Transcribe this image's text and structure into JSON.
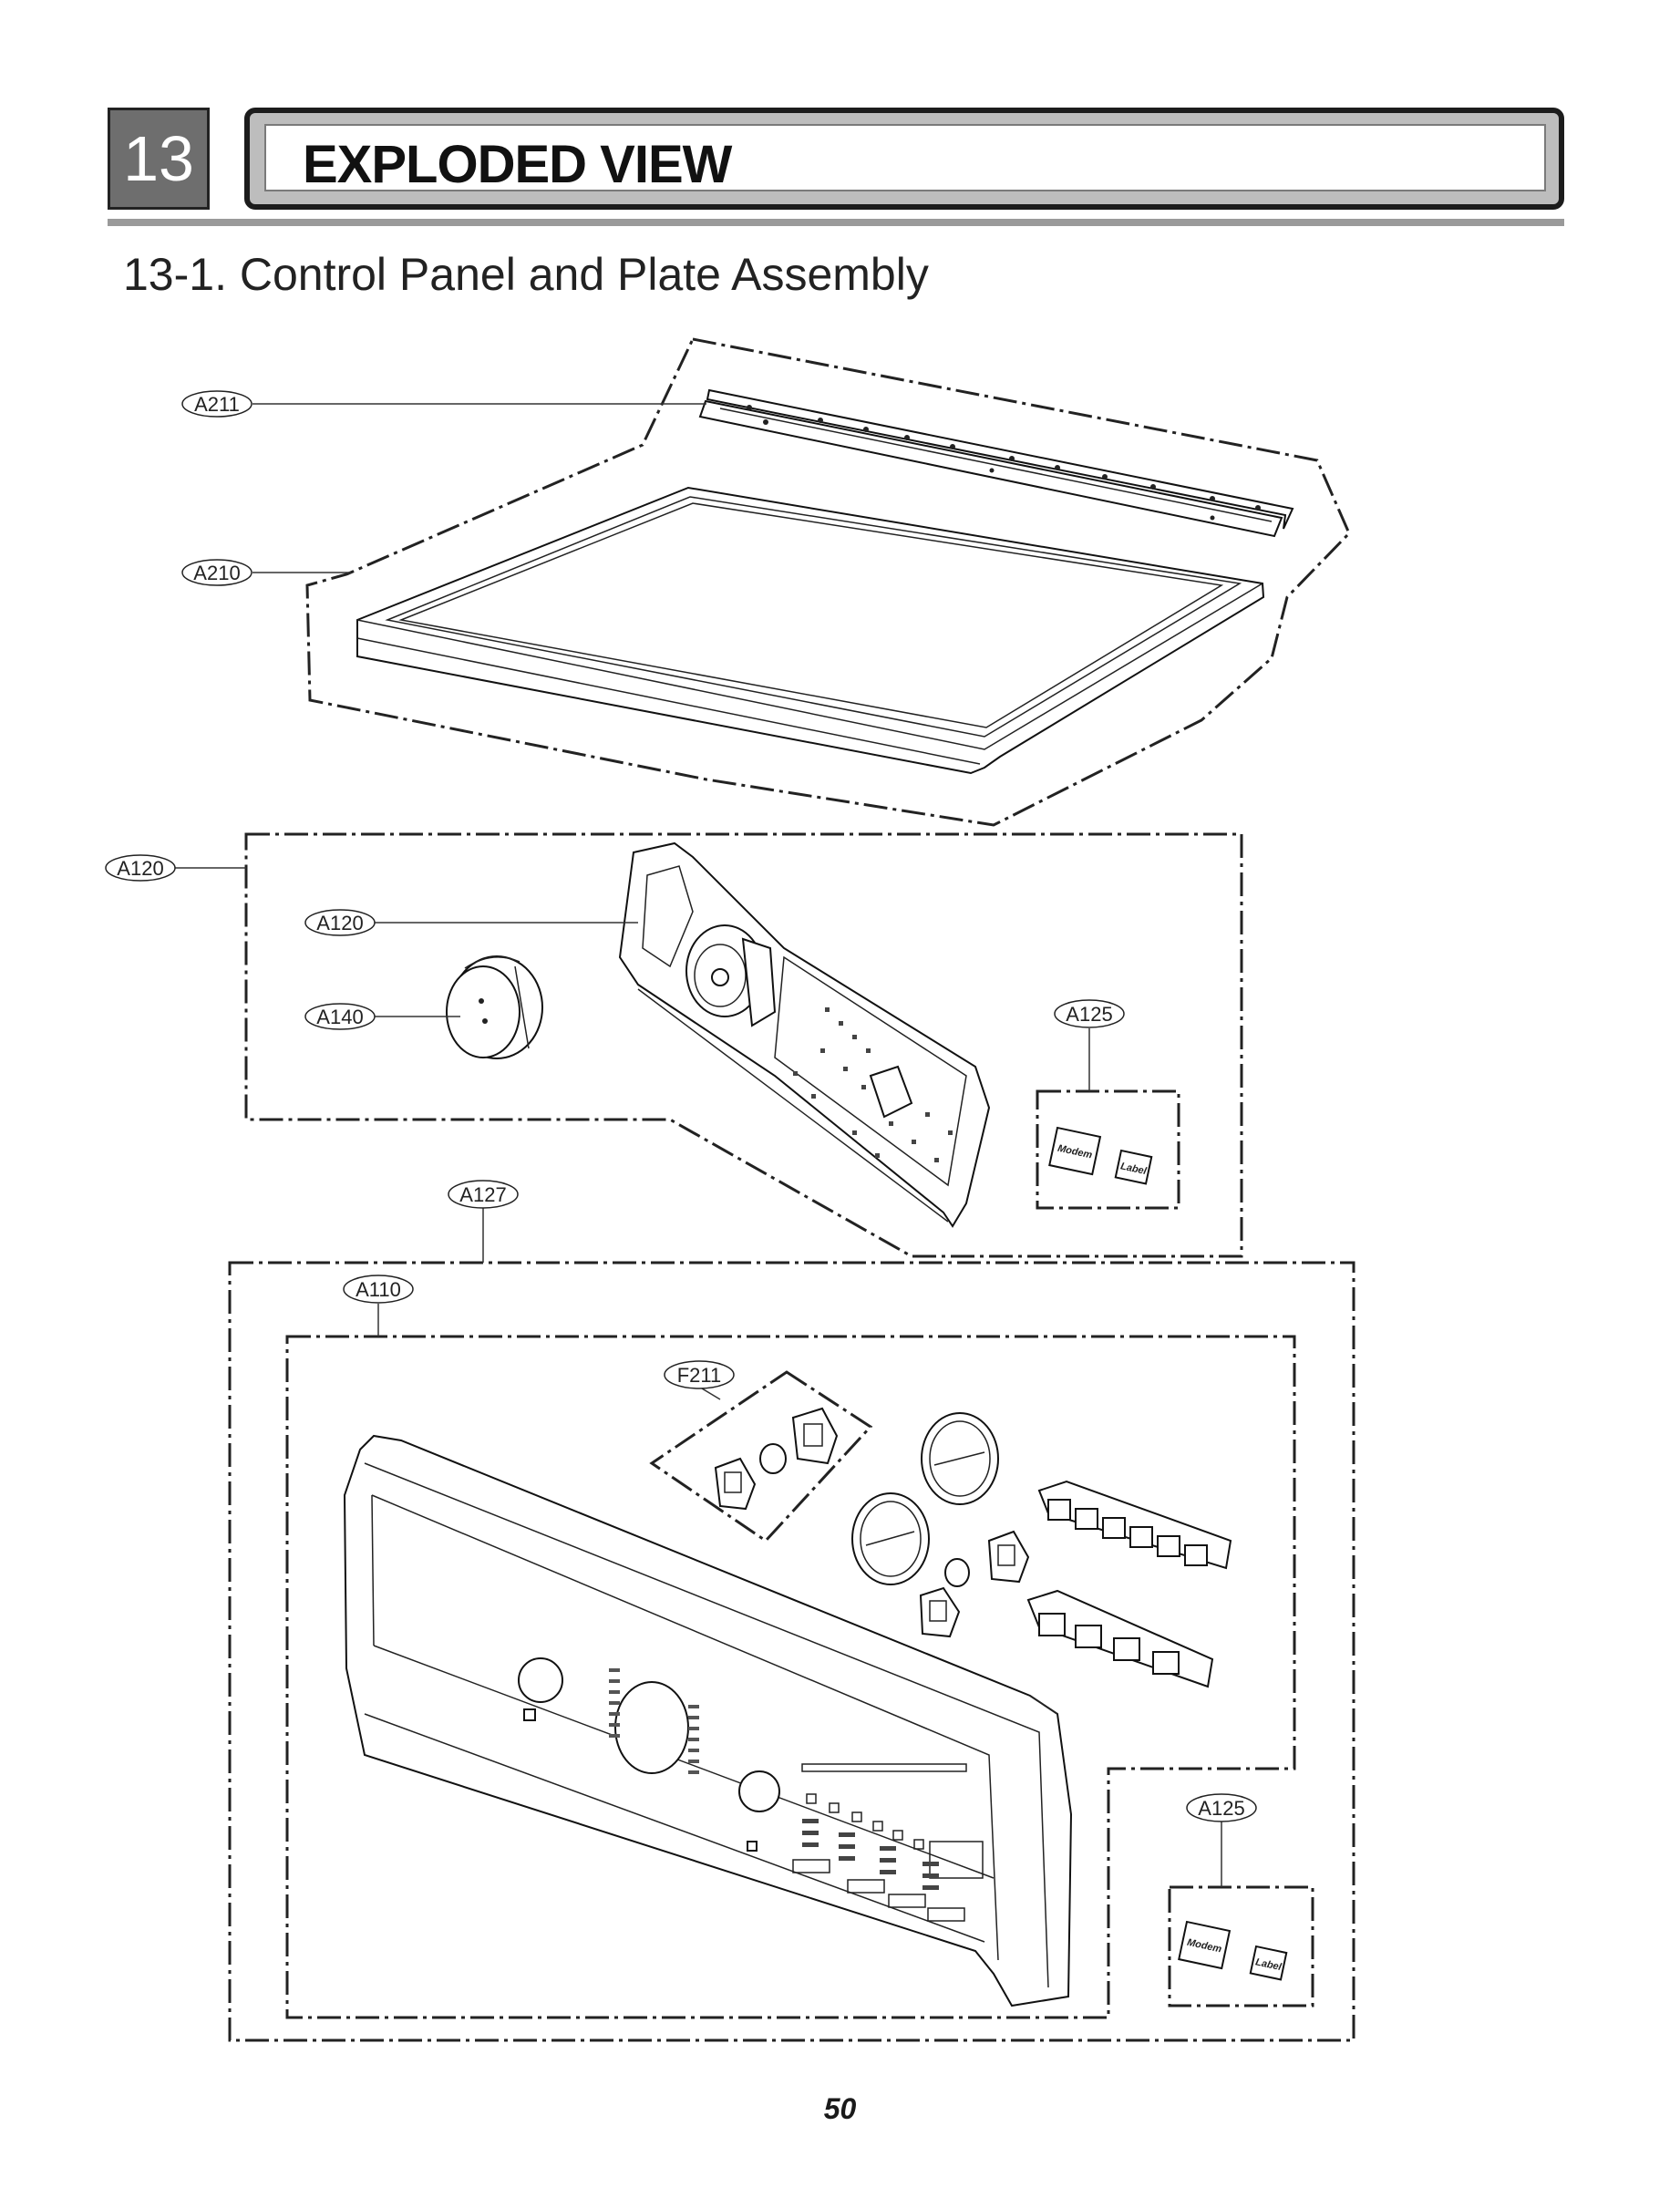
{
  "header": {
    "chapter_number": "13",
    "chapter_title": "EXPLODED VIEW",
    "section_title": "13-1. Control Panel and Plate Assembly"
  },
  "callouts": {
    "a211": "A211",
    "a210": "A210",
    "a120_group": "A120",
    "a120_part": "A120",
    "a140": "A140",
    "a125_upper": "A125",
    "a127": "A127",
    "a110": "A110",
    "f211": "F211",
    "a125_lower": "A125"
  },
  "stickers": {
    "upper_modem": "Modem",
    "upper_label": "Label",
    "lower_modem": "Modem",
    "lower_label": "Label"
  },
  "footer": {
    "page_number": "50"
  }
}
